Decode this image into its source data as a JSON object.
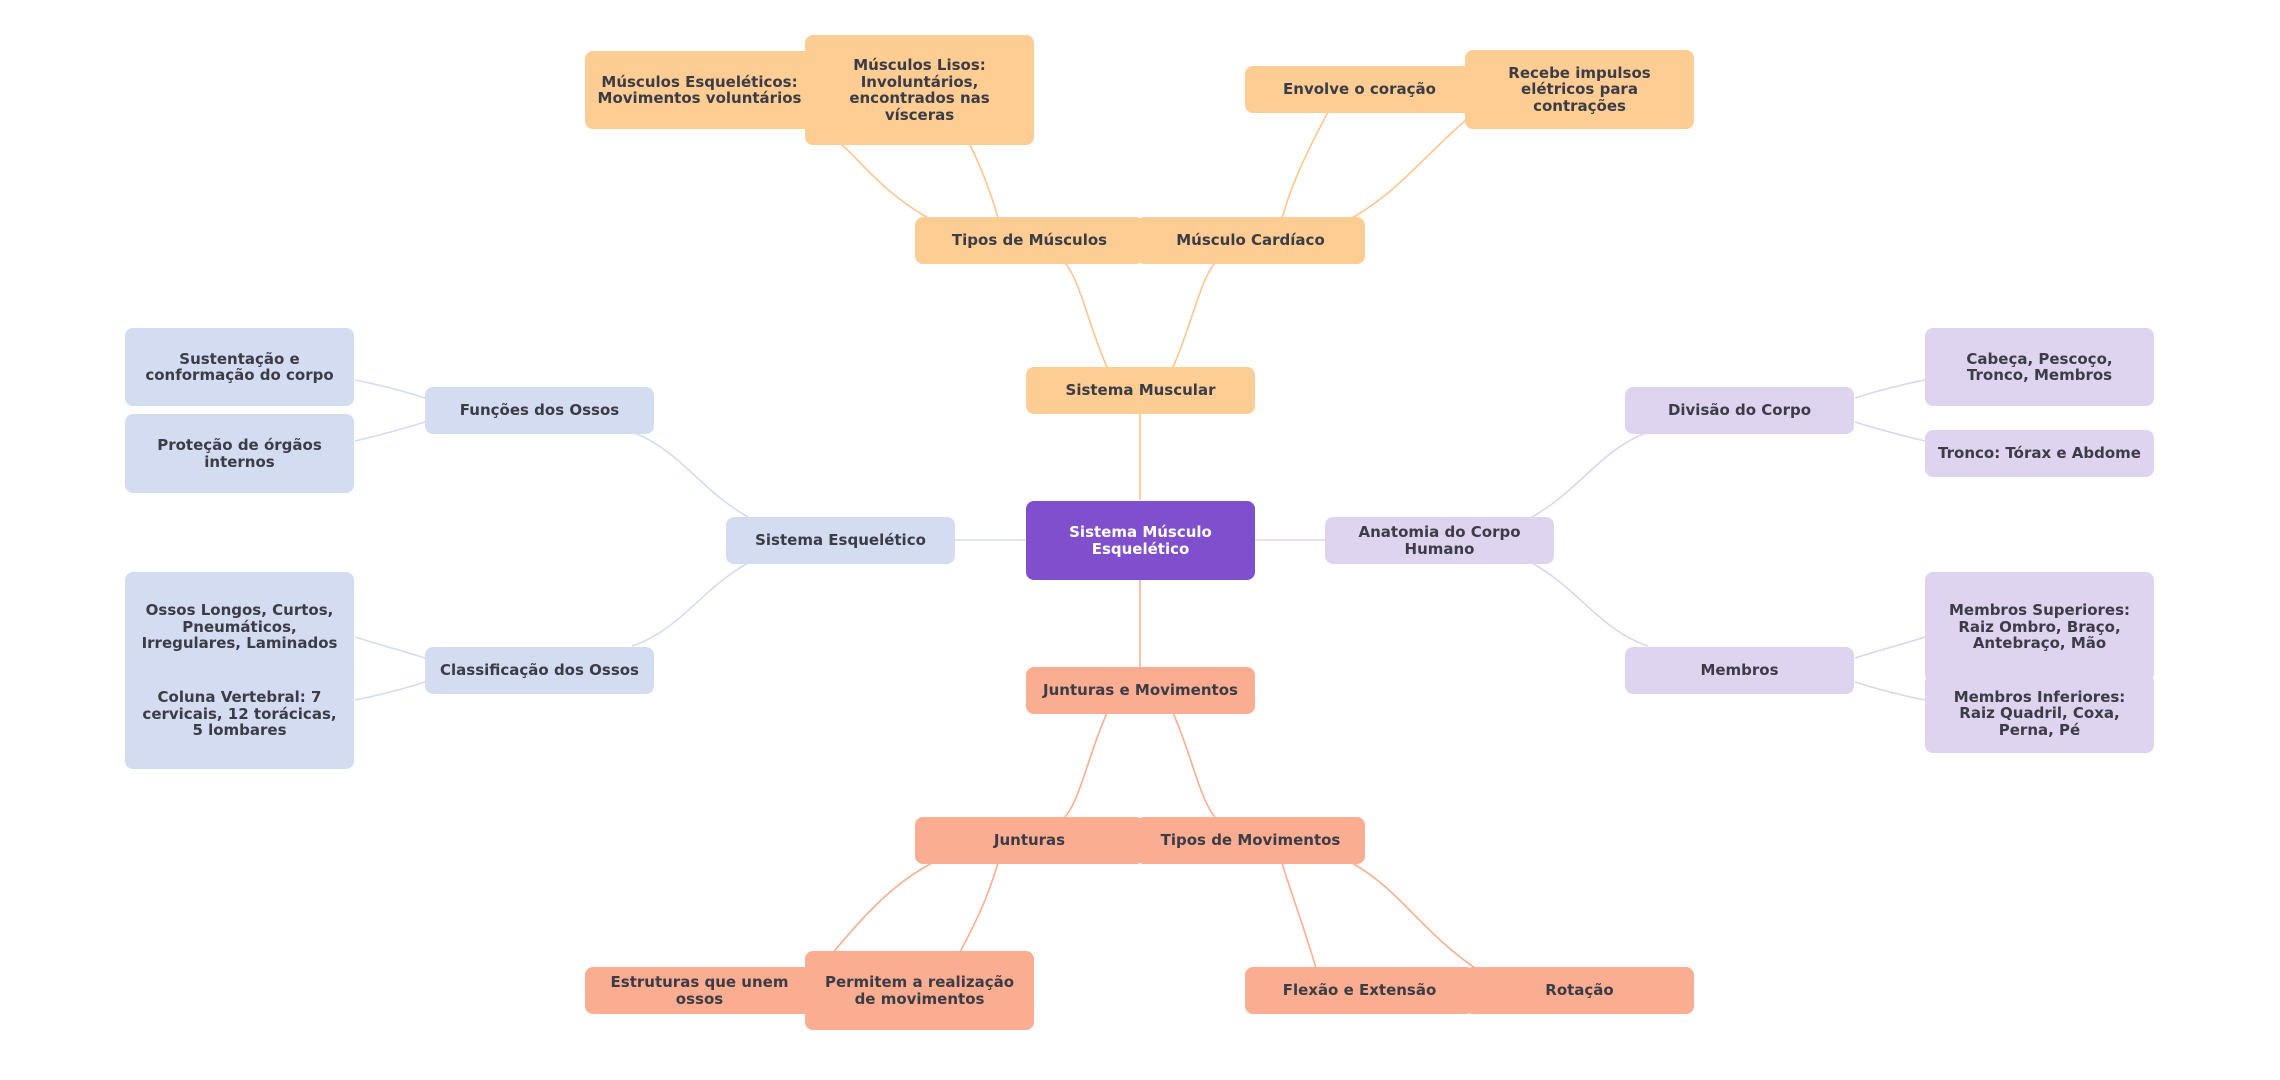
{
  "root": {
    "label": "Sistema Músculo Esquelético"
  },
  "muscular": {
    "label": "Sistema Muscular",
    "tipos": {
      "label": "Tipos de Músculos",
      "esqueleticos": "Músculos Esqueléticos: Movimentos voluntários",
      "lisos": "Músculos Lisos: Involuntários, encontrados nas vísceras"
    },
    "cardiaco": {
      "label": "Músculo Cardíaco",
      "coracao": "Envolve o coração",
      "impulsos": "Recebe impulsos elétricos para contrações"
    }
  },
  "esqueletico": {
    "label": "Sistema Esquelético",
    "funcoes": {
      "label": "Funções dos Ossos",
      "sustentacao": "Sustentação e conformação do corpo",
      "protecao": "Proteção de órgãos internos"
    },
    "classificacao": {
      "label": "Classificação dos Ossos",
      "tipos": "Ossos Longos, Curtos, Pneumáticos, Irregulares, Laminados",
      "coluna": "Coluna Vertebral: 7 cervicais, 12 torácicas, 5 lombares"
    }
  },
  "anatomia": {
    "label": "Anatomia do Corpo Humano",
    "divisao": {
      "label": "Divisão do Corpo",
      "partes": "Cabeça, Pescoço, Tronco, Membros",
      "tronco": "Tronco: Tórax e Abdome"
    },
    "membros": {
      "label": "Membros",
      "superiores": "Membros Superiores: Raiz Ombro, Braço, Antebraço, Mão",
      "inferiores": "Membros Inferiores: Raiz Quadril, Coxa, Perna, Pé"
    }
  },
  "junturas_movimentos": {
    "label": "Junturas e Movimentos",
    "junturas": {
      "label": "Junturas",
      "estruturas": "Estruturas que unem ossos",
      "permitem": "Permitem a realização de movimentos"
    },
    "tipos_movimentos": {
      "label": "Tipos de Movimentos",
      "flexao": "Flexão e Extensão",
      "rotacao": "Rotação"
    }
  },
  "colors": {
    "root": "#804fcd",
    "muscular": "#fdcd93",
    "esqueletico": "#d4dcf1",
    "anatomia": "#dfd4f0",
    "junturas": "#fbad91"
  }
}
